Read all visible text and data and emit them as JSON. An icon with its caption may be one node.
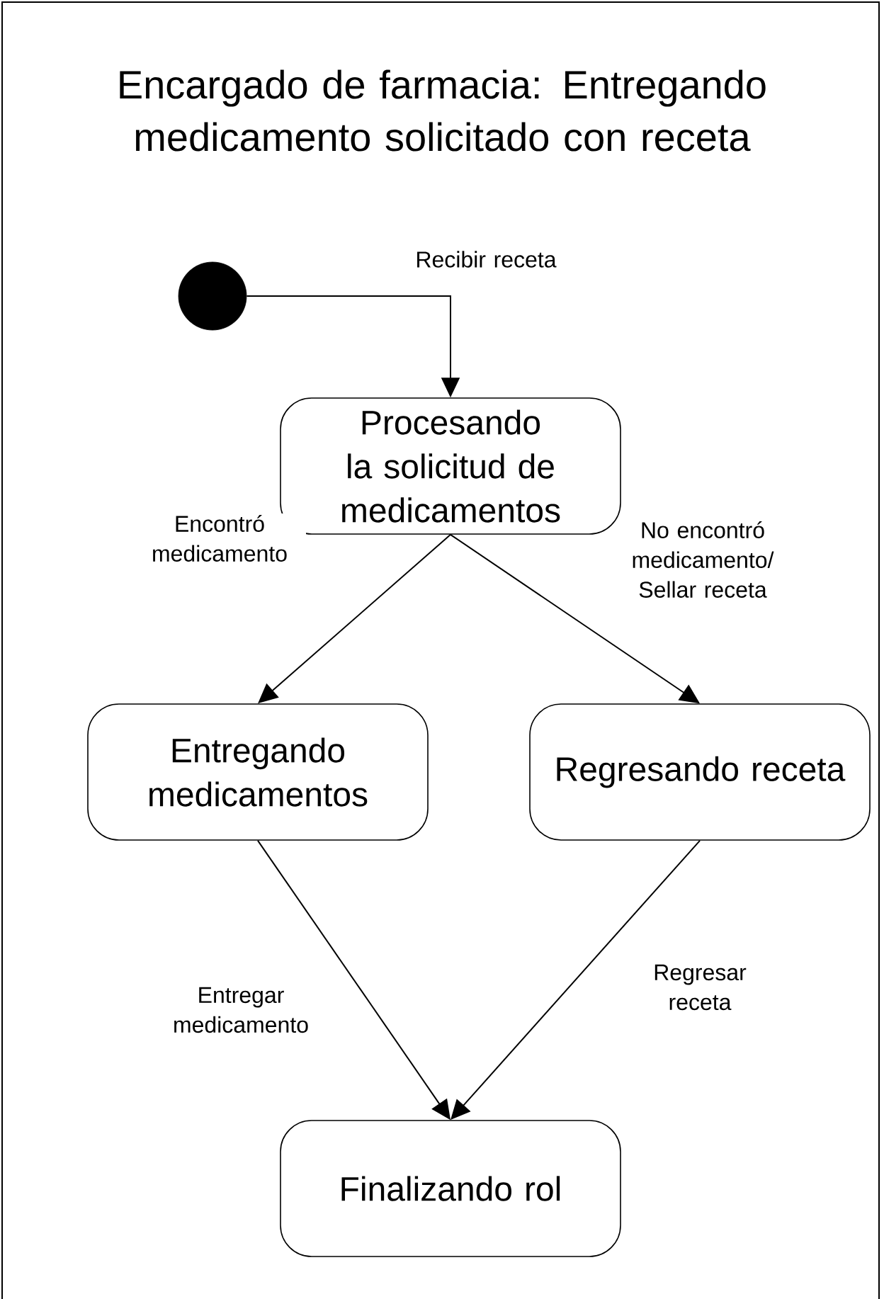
{
  "diagram": {
    "title": "Encargado de farmacia: Entregando medicamento solicitado con receta",
    "nodes": [
      {
        "text": [],
        "shape": "circle"
      },
      {
        "text": [
          "Procesando la solicitud de medicamentos"
        ]
      },
      {
        "text": [
          "Entregando medicamentos"
        ]
      },
      {
        "text": [
          "Regresando receta"
        ]
      },
      {
        "text": [
          "Finalizando rol"
        ]
      }
    ],
    "edges": [
      {
        "from": 0,
        "to": 1,
        "arrow": "to",
        "label": "Recibir receta"
      },
      {
        "from": 1,
        "to": 2,
        "arrow": "to",
        "label": "Encontró medicamento"
      },
      {
        "from": 1,
        "to": 3,
        "arrow": "to",
        "label": "No encontró medicamento/ Sellar receta"
      },
      {
        "from": 2,
        "to": 4,
        "arrow": "to",
        "label": "Entregar medicamento"
      },
      {
        "from": 3,
        "to": 4,
        "arrow": "to",
        "label": "Regresar receta"
      }
    ]
  }
}
